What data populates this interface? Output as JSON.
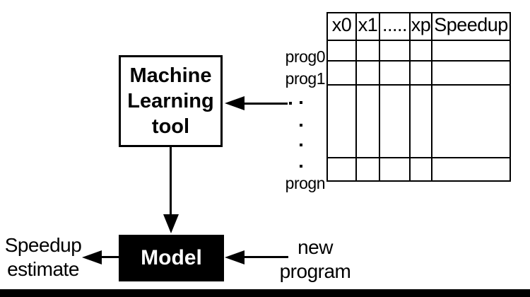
{
  "diagram": {
    "table": {
      "columns": [
        "x0",
        "x1",
        ".....",
        "xp",
        "Speedup"
      ],
      "row_labels": {
        "first": "prog0",
        "second": "prog1",
        "last": "progn"
      }
    },
    "ml_box": {
      "line1": "Machine",
      "line2": "Learning",
      "line3": "tool"
    },
    "model_box": {
      "label": "Model"
    },
    "output_label": {
      "line1": "Speedup",
      "line2": "estimate"
    },
    "input_label": {
      "line1": "new",
      "line2": "program"
    },
    "colors": {
      "ink": "#000000",
      "background": "#ffffff",
      "model_fill": "#000000",
      "model_text": "#ffffff"
    }
  }
}
